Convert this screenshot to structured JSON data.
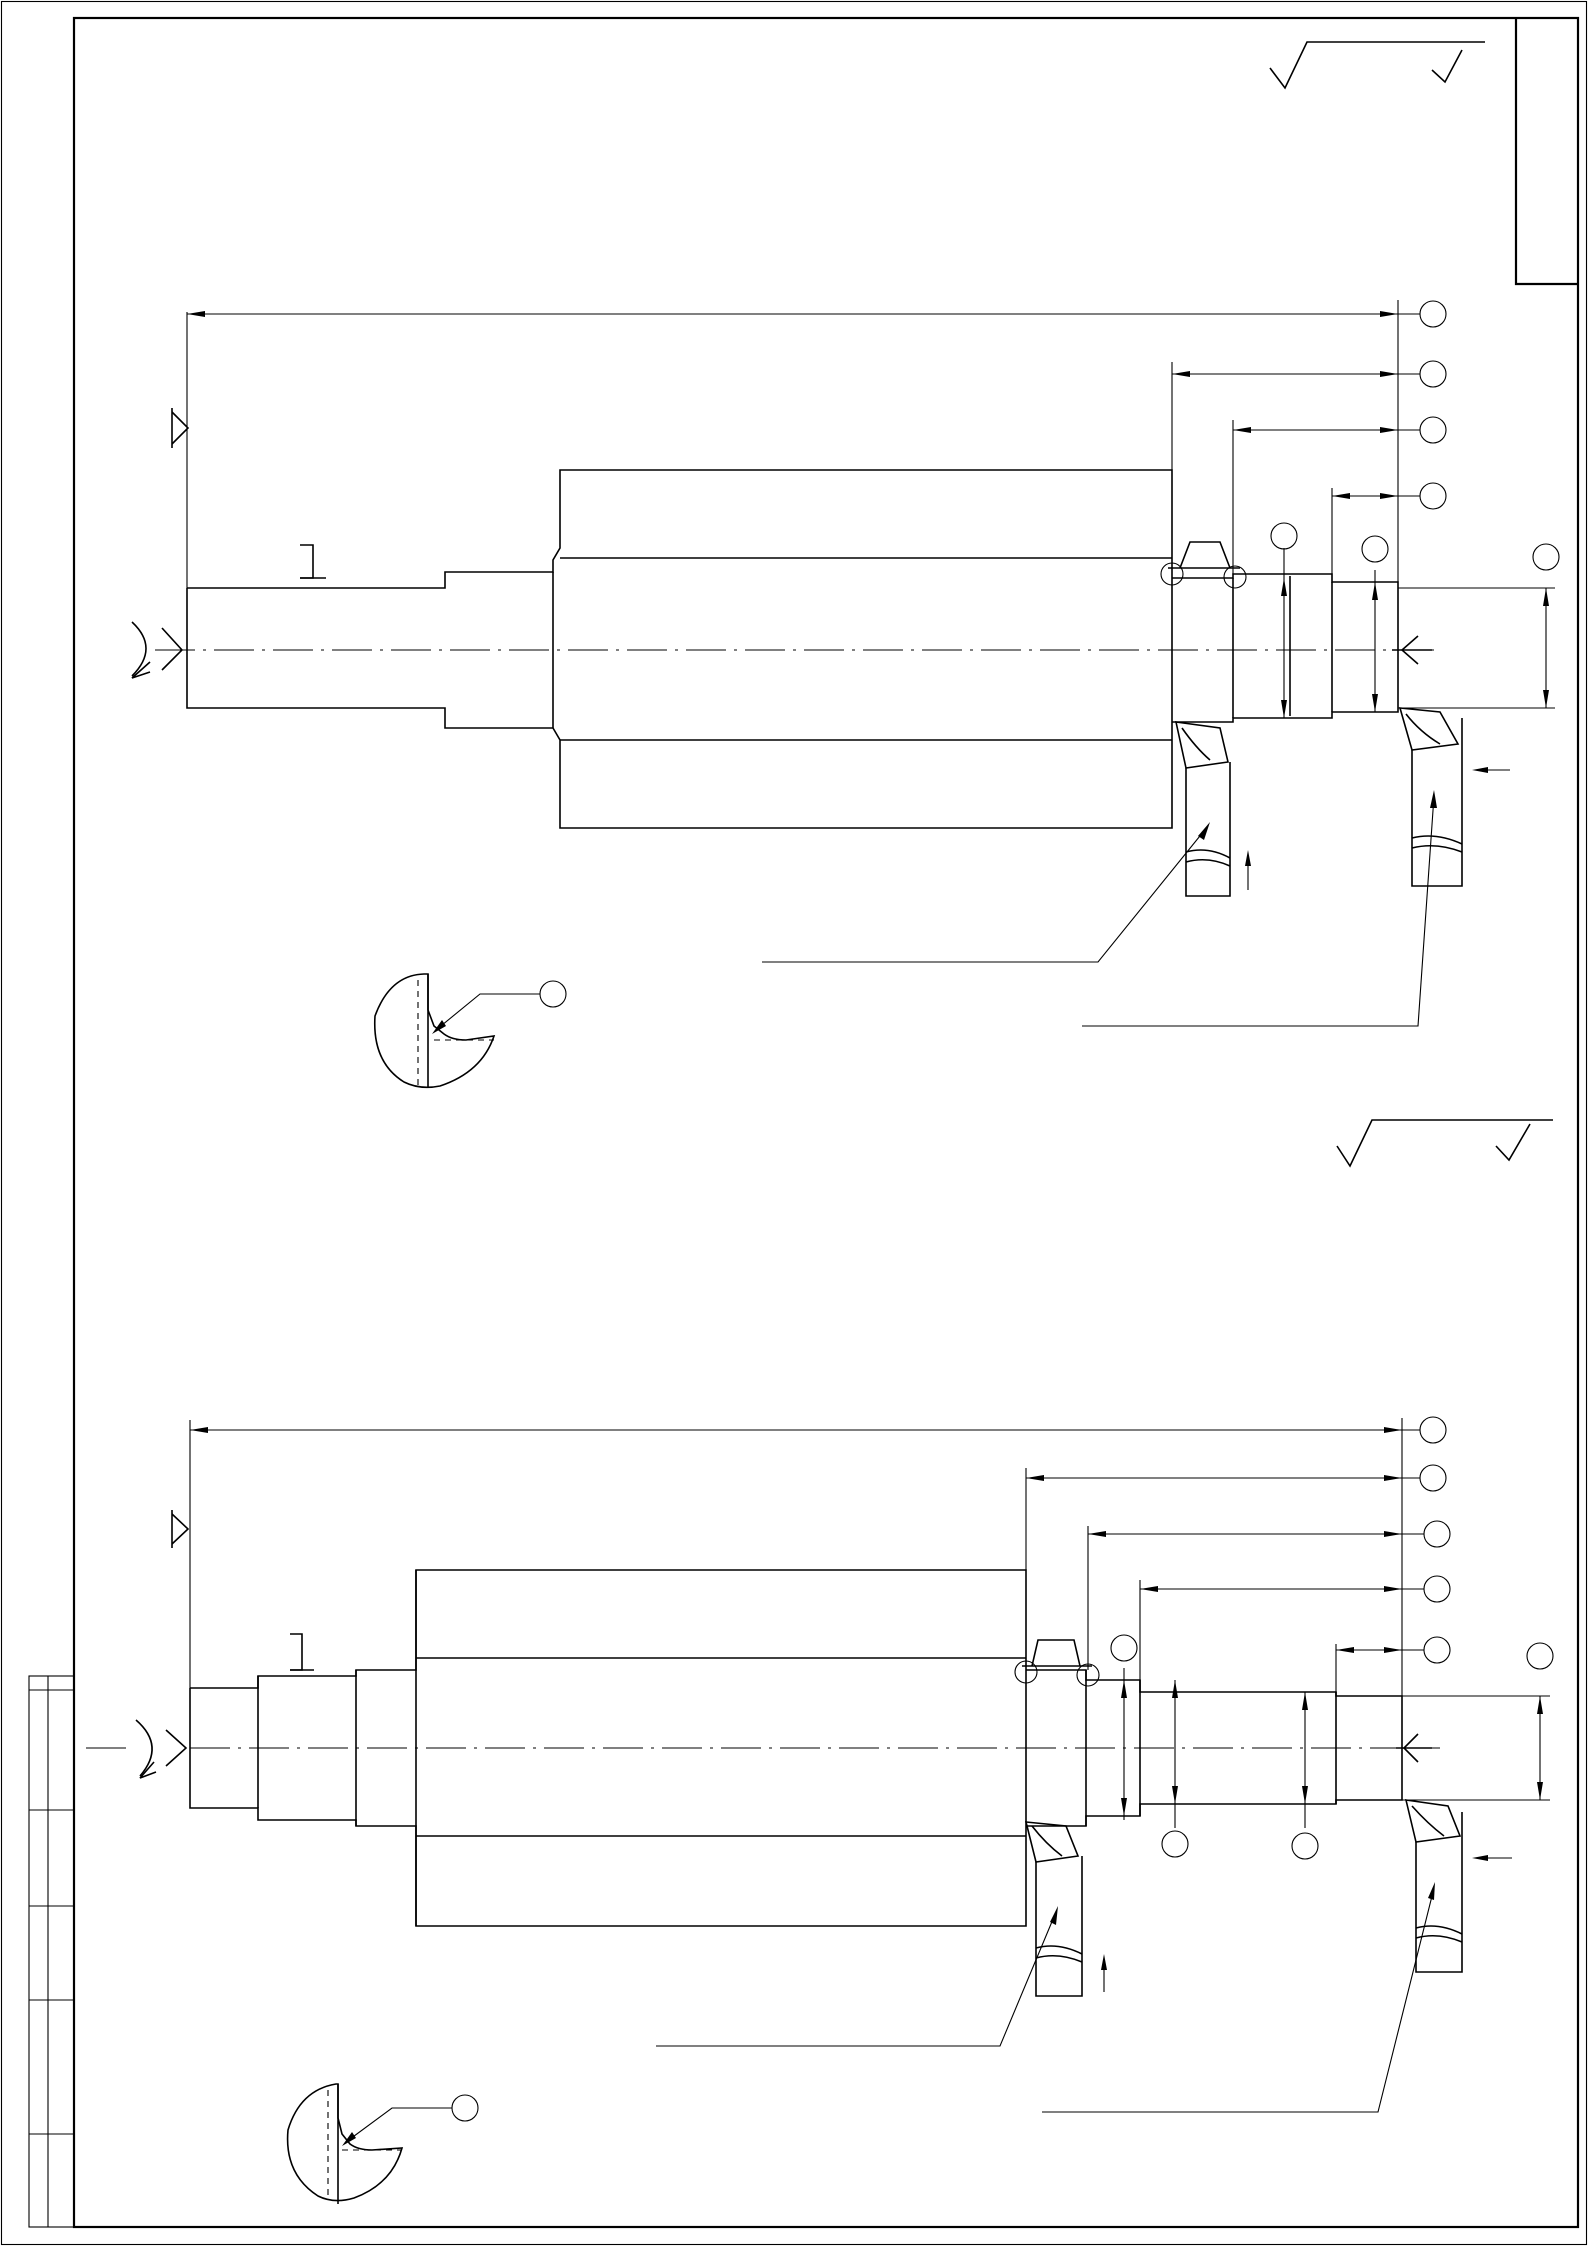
{
  "sheet": {
    "line_color": "#000000",
    "background": "#ffffff",
    "operation_markers": [
      "1",
      "1"
    ],
    "surface_callouts": [
      "",
      "",
      "",
      "",
      "",
      "",
      "",
      "",
      "",
      "",
      "",
      ""
    ],
    "symbols": [
      "roughness-symbol",
      "datum-triangle",
      "centre-point",
      "chuck-jaw",
      "cutting-tool",
      "leader-bubble"
    ]
  }
}
